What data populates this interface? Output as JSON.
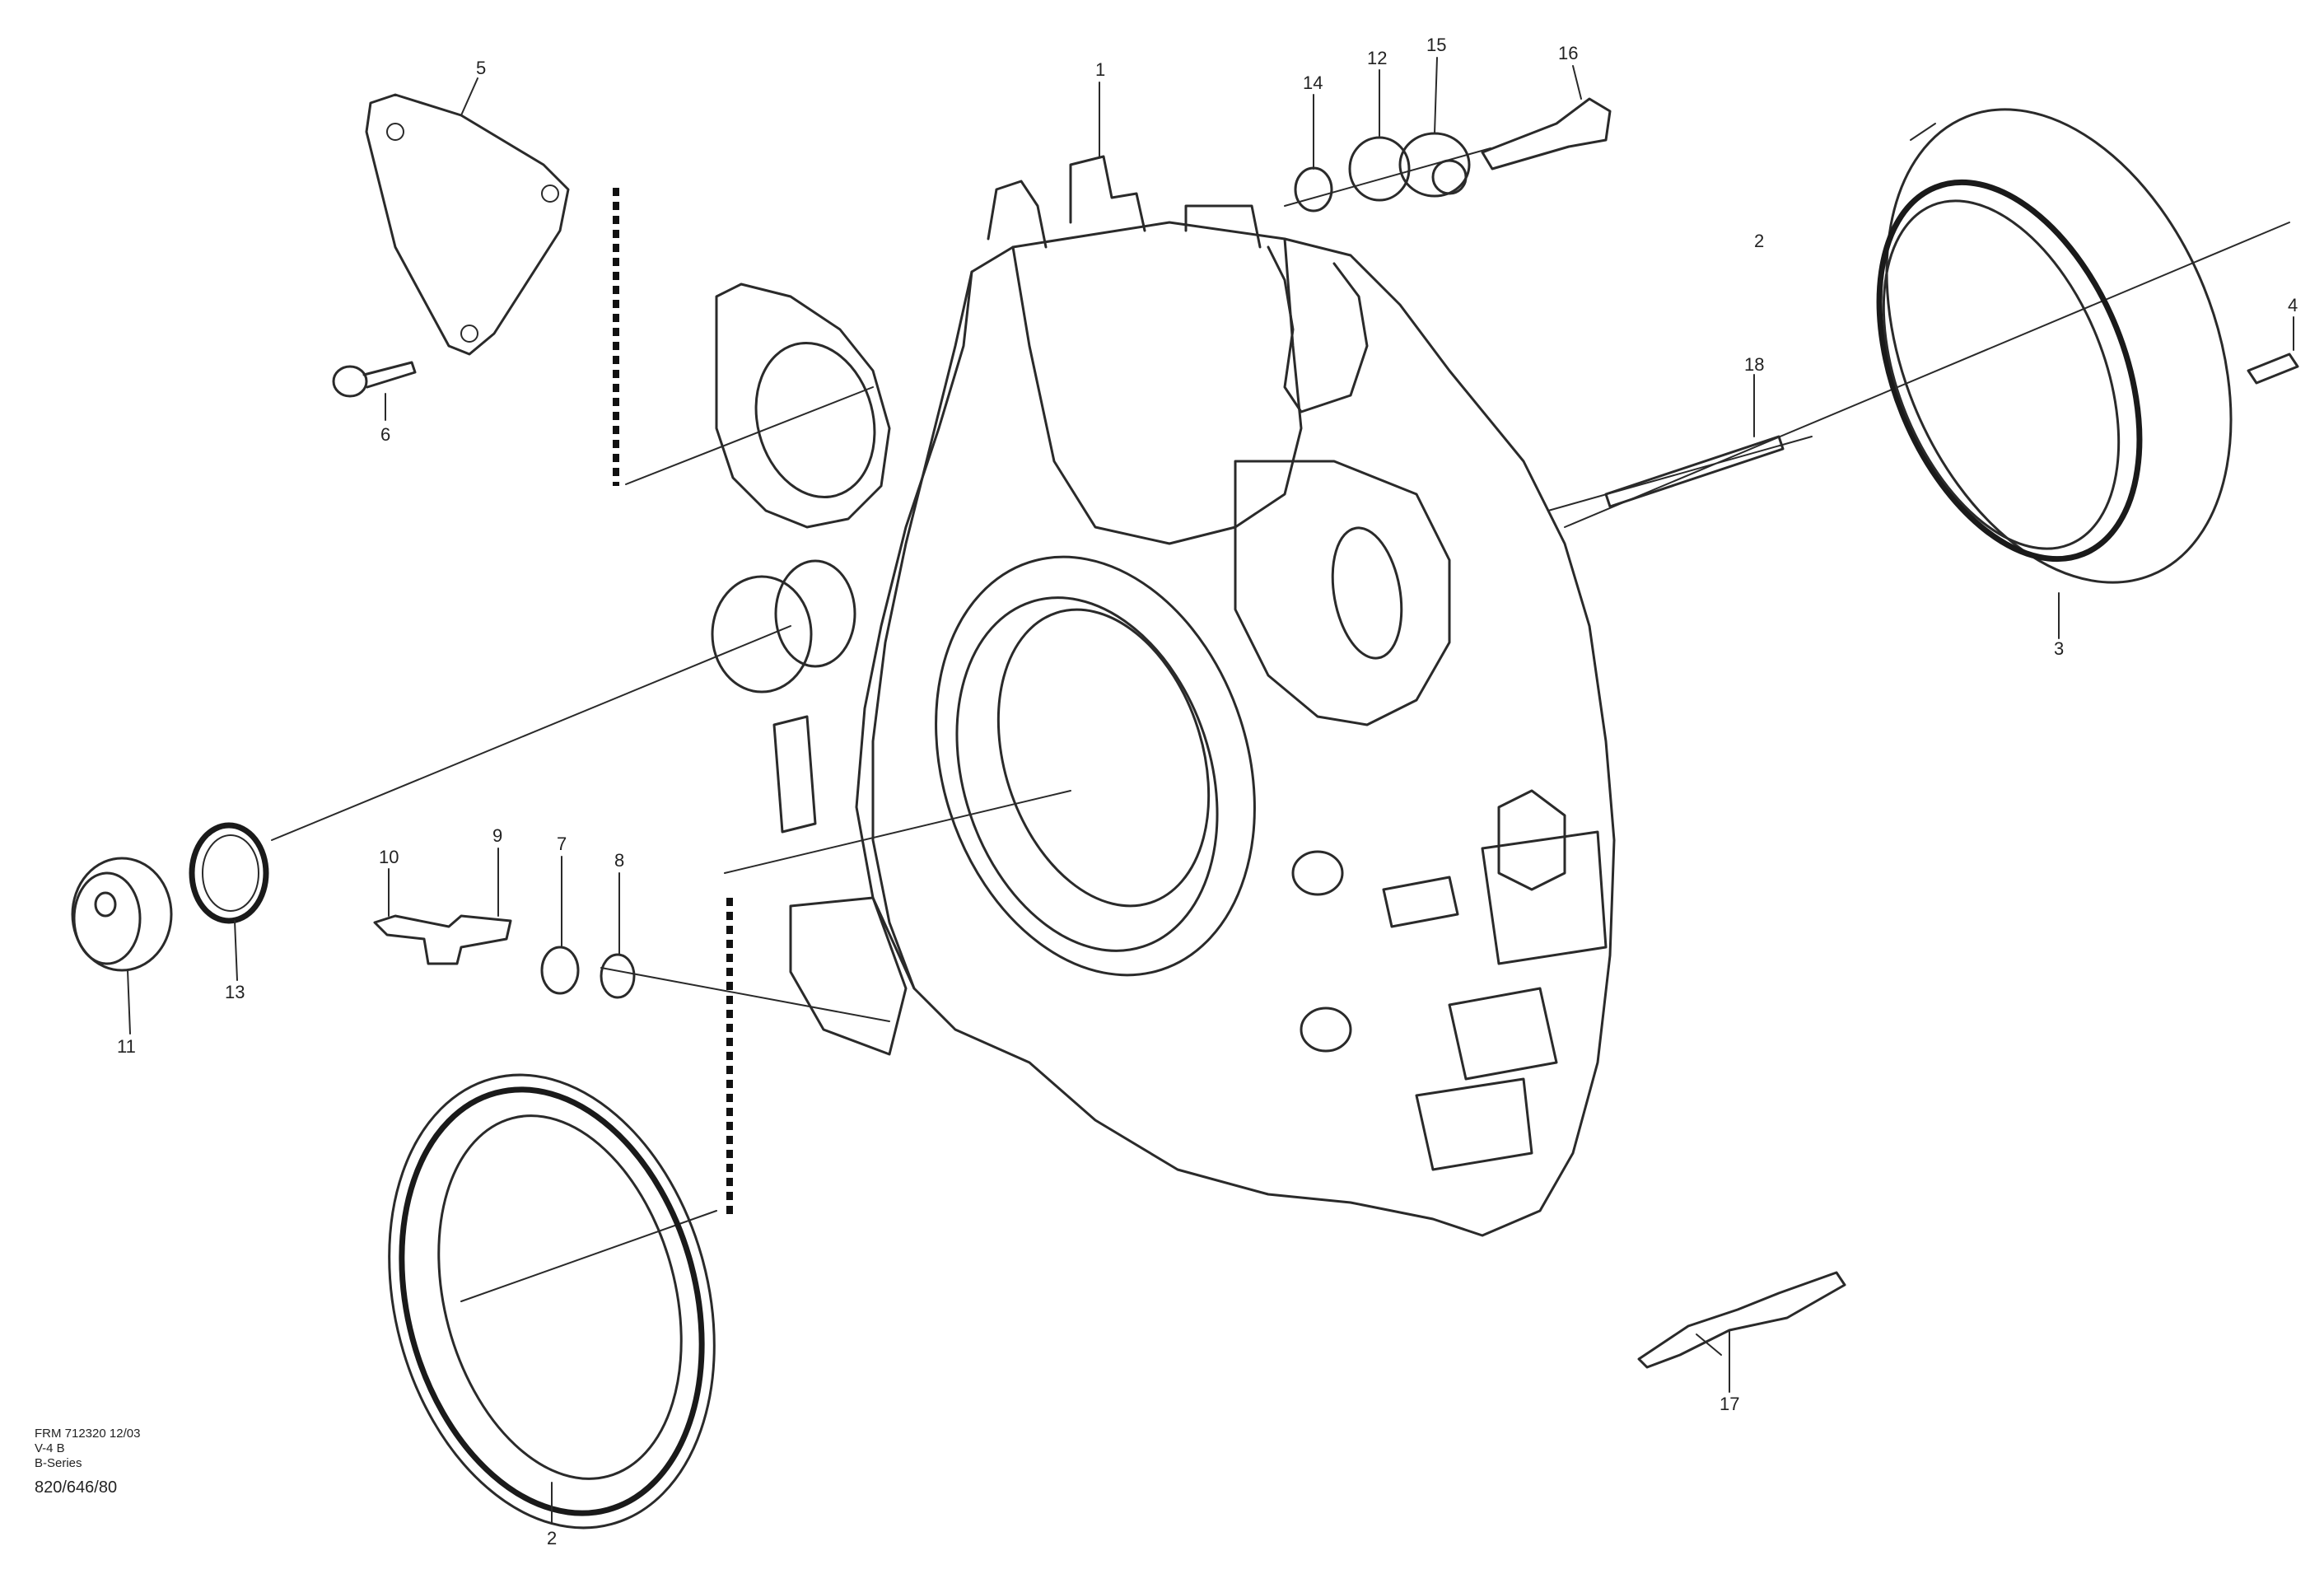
{
  "callouts": [
    {
      "id": "c5",
      "text": "5"
    },
    {
      "id": "c6",
      "text": "6"
    },
    {
      "id": "c1",
      "text": "1"
    },
    {
      "id": "c14a",
      "text": "14"
    },
    {
      "id": "c12a",
      "text": "12"
    },
    {
      "id": "c15a",
      "text": "15"
    },
    {
      "id": "c16a",
      "text": "16"
    },
    {
      "id": "c4",
      "text": "4"
    },
    {
      "id": "c3",
      "text": "3"
    },
    {
      "id": "c18",
      "text": "18"
    },
    {
      "id": "c2",
      "text": "2"
    },
    {
      "id": "c11",
      "text": "11"
    },
    {
      "id": "c13",
      "text": "13"
    },
    {
      "id": "c10",
      "text": "10"
    },
    {
      "id": "c9",
      "text": "9"
    },
    {
      "id": "c7",
      "text": "7"
    },
    {
      "id": "c8",
      "text": "8"
    },
    {
      "id": "c17",
      "text": "17"
    },
    {
      "id": "c2b",
      "text": "2"
    }
  ],
  "footer": {
    "line1": "FRM 712320 12/03",
    "line2": "V-4 B",
    "line3": "B-Series",
    "code": "820/646/80"
  },
  "colors": {
    "ink": "#2a2a2a",
    "background": "#ffffff"
  }
}
